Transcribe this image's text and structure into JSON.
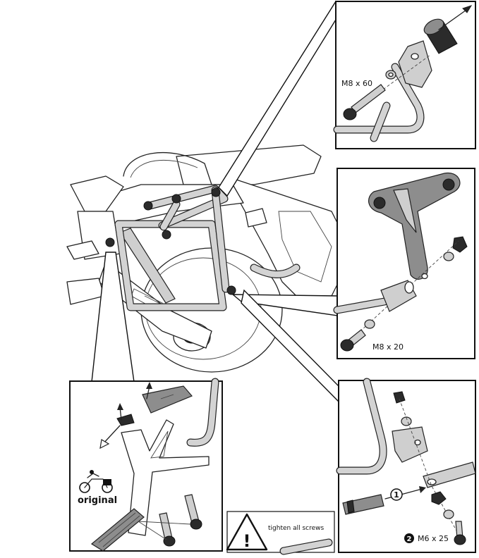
{
  "labels": {
    "top_bolt": "M8 x 60",
    "mid_bolt": "M8 x 20",
    "bottom_bolt": "M6 x 25",
    "bottom_bolt_number": "2",
    "step_number": "1",
    "original": "original",
    "tighten": "tighten all screws"
  },
  "icons": {
    "warning": "!"
  }
}
